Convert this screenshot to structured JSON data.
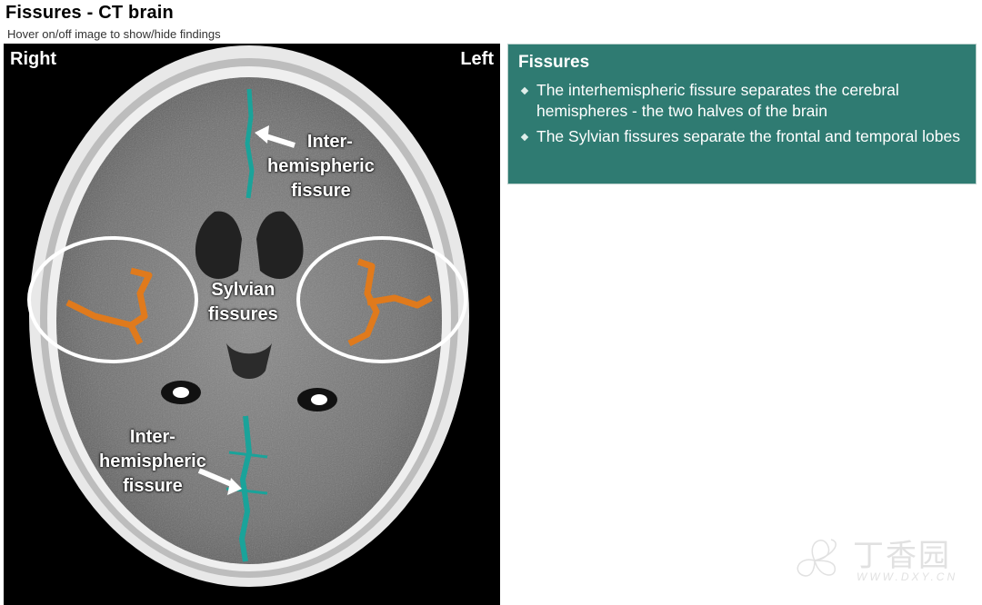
{
  "header": {
    "title": "Fissures - CT brain",
    "subtitle": "Hover on/off image to show/hide findings"
  },
  "image": {
    "right_label": "Right",
    "left_label": "Left",
    "annotations": {
      "upper_fissure": [
        "Inter-",
        "hemispheric",
        "fissure"
      ],
      "sylvian": [
        "Sylvian",
        "fissures"
      ],
      "lower_fissure": [
        "Inter-",
        "hemispheric",
        "fissure"
      ]
    },
    "colors": {
      "interhemispheric": "#1aa39a",
      "sylvian": "#e07a1c",
      "ring": "#ffffff"
    }
  },
  "findings": {
    "title": "Fissures",
    "items": [
      "The interhemispheric fissure separates the cerebral hemispheres - the two halves of the brain",
      "The Sylvian fissures separate the frontal and temporal lobes"
    ],
    "background": "#2f7b72"
  },
  "watermark": {
    "text": "丁香园",
    "url": "WWW.DXY.CN"
  }
}
